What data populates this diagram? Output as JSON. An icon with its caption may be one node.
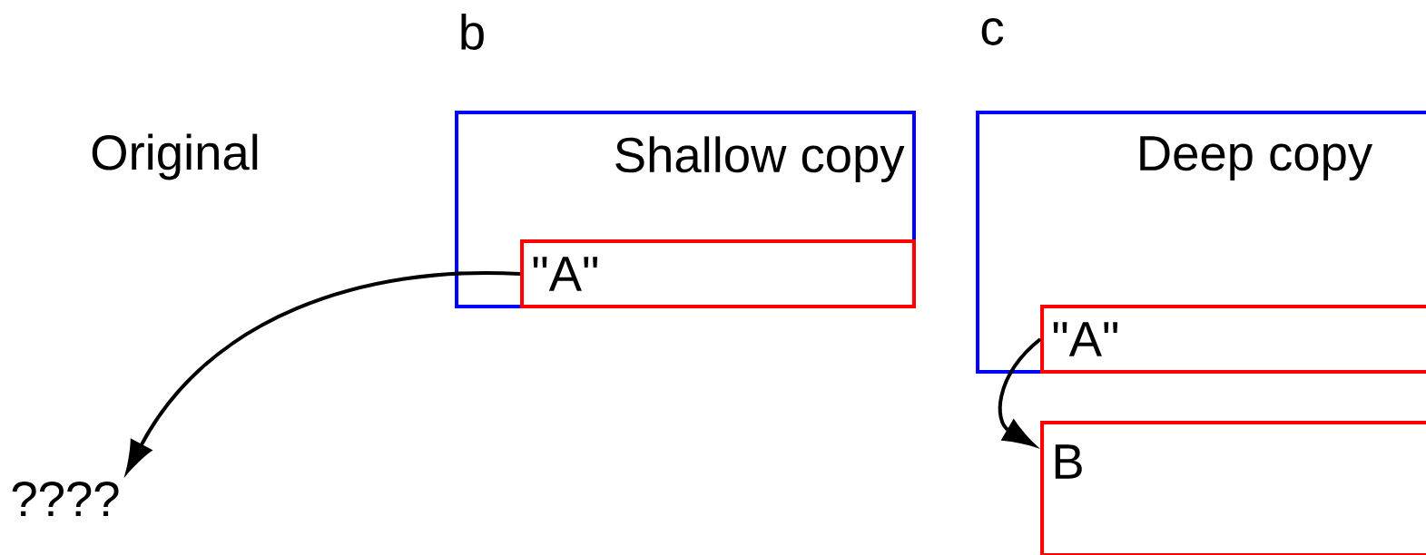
{
  "diagram": {
    "nodes": [
      {
        "text": [
          "Shallow copy"
        ]
      },
      {
        "text": [
          "\"A\""
        ],
        "in": 0
      },
      {
        "text": [
          "????"
        ]
      },
      {
        "text": [
          "Deep copy"
        ]
      },
      {
        "text": [
          "\"A\""
        ],
        "in": 3
      },
      {
        "text": [
          "B"
        ]
      }
    ],
    "edges": [
      {
        "from": 1,
        "to": 2,
        "arrow": "to"
      },
      {
        "from": 4,
        "to": 5,
        "arrow": "to"
      }
    ],
    "labels": [
      "b",
      "c",
      "Original"
    ]
  }
}
